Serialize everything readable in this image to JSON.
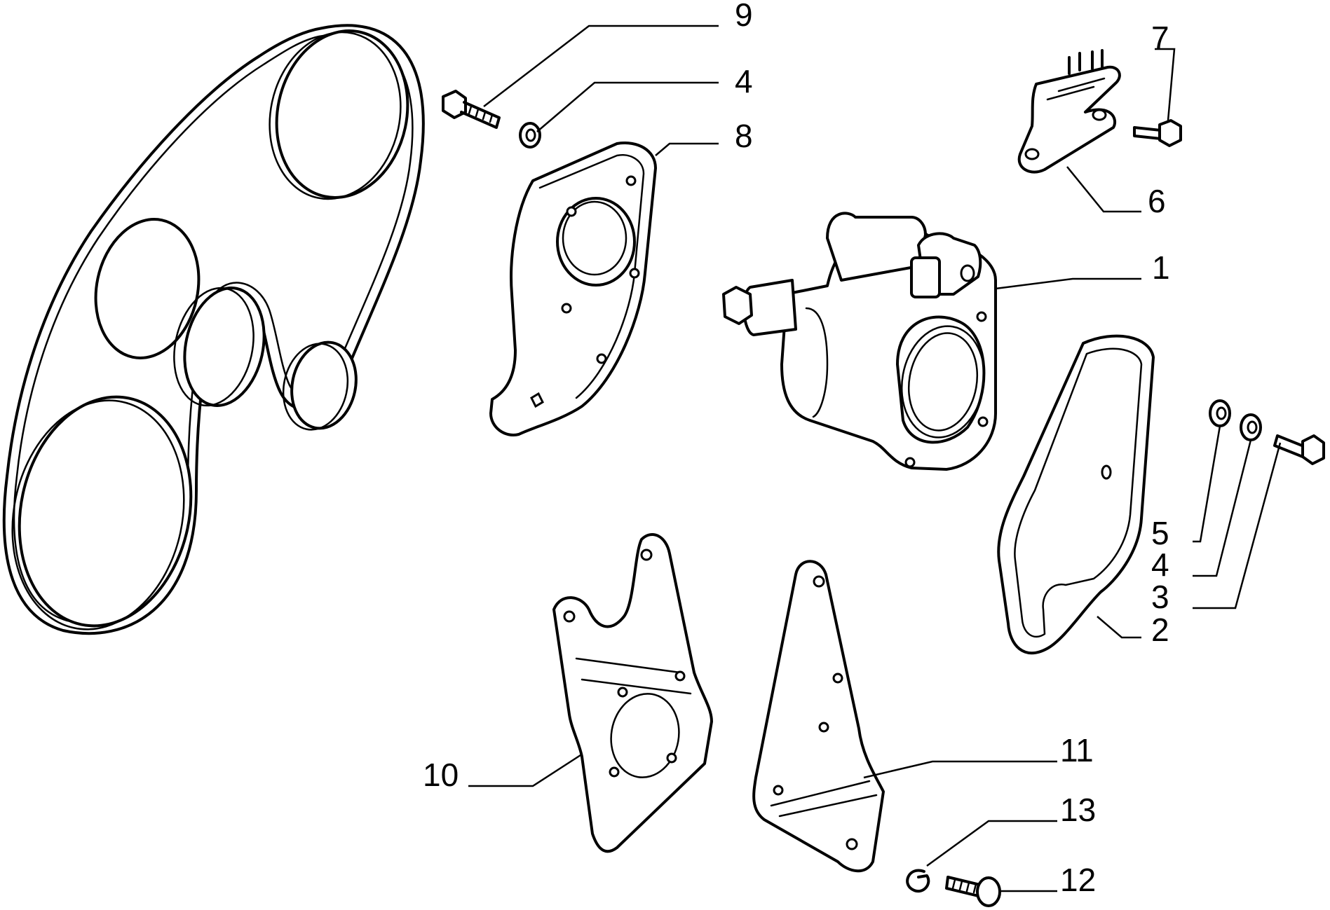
{
  "callouts": [
    {
      "id": "c9",
      "text": "9"
    },
    {
      "id": "c4a",
      "text": "4"
    },
    {
      "id": "c8",
      "text": "8"
    },
    {
      "id": "c7",
      "text": "7"
    },
    {
      "id": "c6",
      "text": "6"
    },
    {
      "id": "c1",
      "text": "1"
    },
    {
      "id": "c5",
      "text": "5"
    },
    {
      "id": "c4b",
      "text": "4"
    },
    {
      "id": "c3",
      "text": "3"
    },
    {
      "id": "c2",
      "text": "2"
    },
    {
      "id": "c10",
      "text": "10"
    },
    {
      "id": "c11",
      "text": "11"
    },
    {
      "id": "c13",
      "text": "13"
    },
    {
      "id": "c12",
      "text": "12"
    }
  ]
}
